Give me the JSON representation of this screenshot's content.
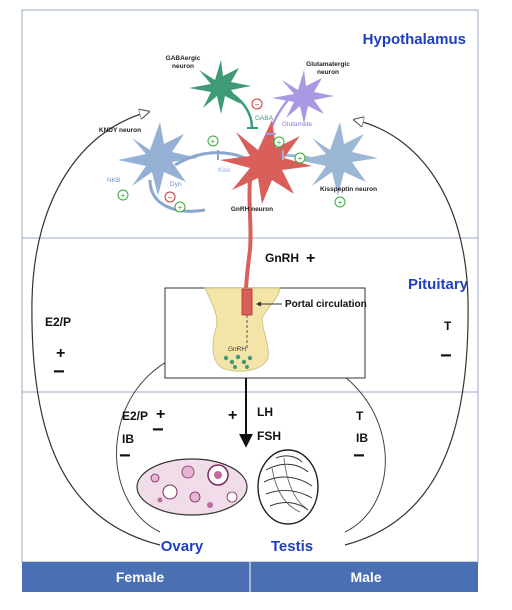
{
  "colors": {
    "blue_title": "#1f3fbf",
    "footer_bg": "#4a6fb3",
    "gnrh_neuron": "#d95f5b",
    "kndy_neuron": "#8aa7cf",
    "gaba_neuron": "#3f9a76",
    "glutamate_neuron": "#a999e2",
    "kisspeptin_neuron": "#9cb6d6",
    "pituitary": "#f3e5a8"
  },
  "regions": {
    "hypothalamus": "Hypothalamus",
    "pituitary": "Pituitary"
  },
  "neurons": {
    "gaba": [
      "GABAergic",
      "neuron"
    ],
    "glutamate": [
      "Glutamatergic",
      "neuron"
    ],
    "kndy": "KNDY neuron",
    "gnrh": "GnRH neuron",
    "kisspeptin": "Kisspeptin neuron"
  },
  "small_labels": {
    "gaba": "GABA",
    "glutamate": "Glutamate",
    "kiss": "Kiss",
    "nkb": "NKB",
    "dyn": "Dyn",
    "plus": "+",
    "minus": "−"
  },
  "hormones": {
    "gnrh": "GnRH",
    "portal": "Portal circulation",
    "gnrh_small": "GnRH",
    "lh": "LH",
    "fsh": "FSH",
    "e2p_left": "E2/P",
    "t_right": "T",
    "e2p_mid": "E2/P",
    "ib_left": "IB",
    "t_mid": "T",
    "ib_right": "IB"
  },
  "signs": {
    "plus": "+",
    "minus": "−"
  },
  "organs": {
    "ovary": "Ovary",
    "testis": "Testis"
  },
  "footer": {
    "female": "Female",
    "male": "Male"
  }
}
